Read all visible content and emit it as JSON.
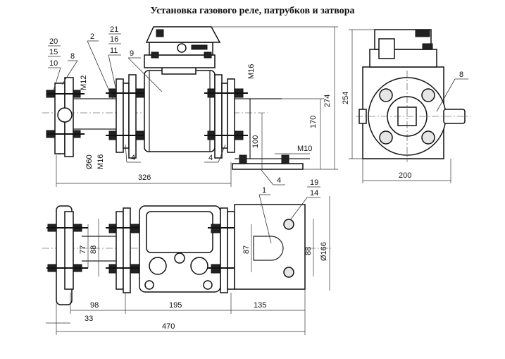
{
  "title": "Установка газового реле, патрубков и затвора",
  "callouts": [
    "20",
    "15",
    "10",
    "8",
    "2",
    "21",
    "16",
    "11",
    "9",
    "4",
    "4",
    "4",
    "8",
    "1",
    "19",
    "14"
  ],
  "thread_labels": [
    "M12",
    "M16",
    "M16",
    "M10"
  ],
  "dimensions": {
    "d60": "Ø60",
    "top_len": "326",
    "h274": "274",
    "h170": "170",
    "h100": "100",
    "h254": "254",
    "w200": "200",
    "w77": "77",
    "w88a": "88",
    "w87": "87",
    "w88b": "88",
    "d166": "Ø166",
    "b98": "98",
    "b195": "195",
    "b135": "135",
    "b33": "33",
    "b470": "470"
  }
}
